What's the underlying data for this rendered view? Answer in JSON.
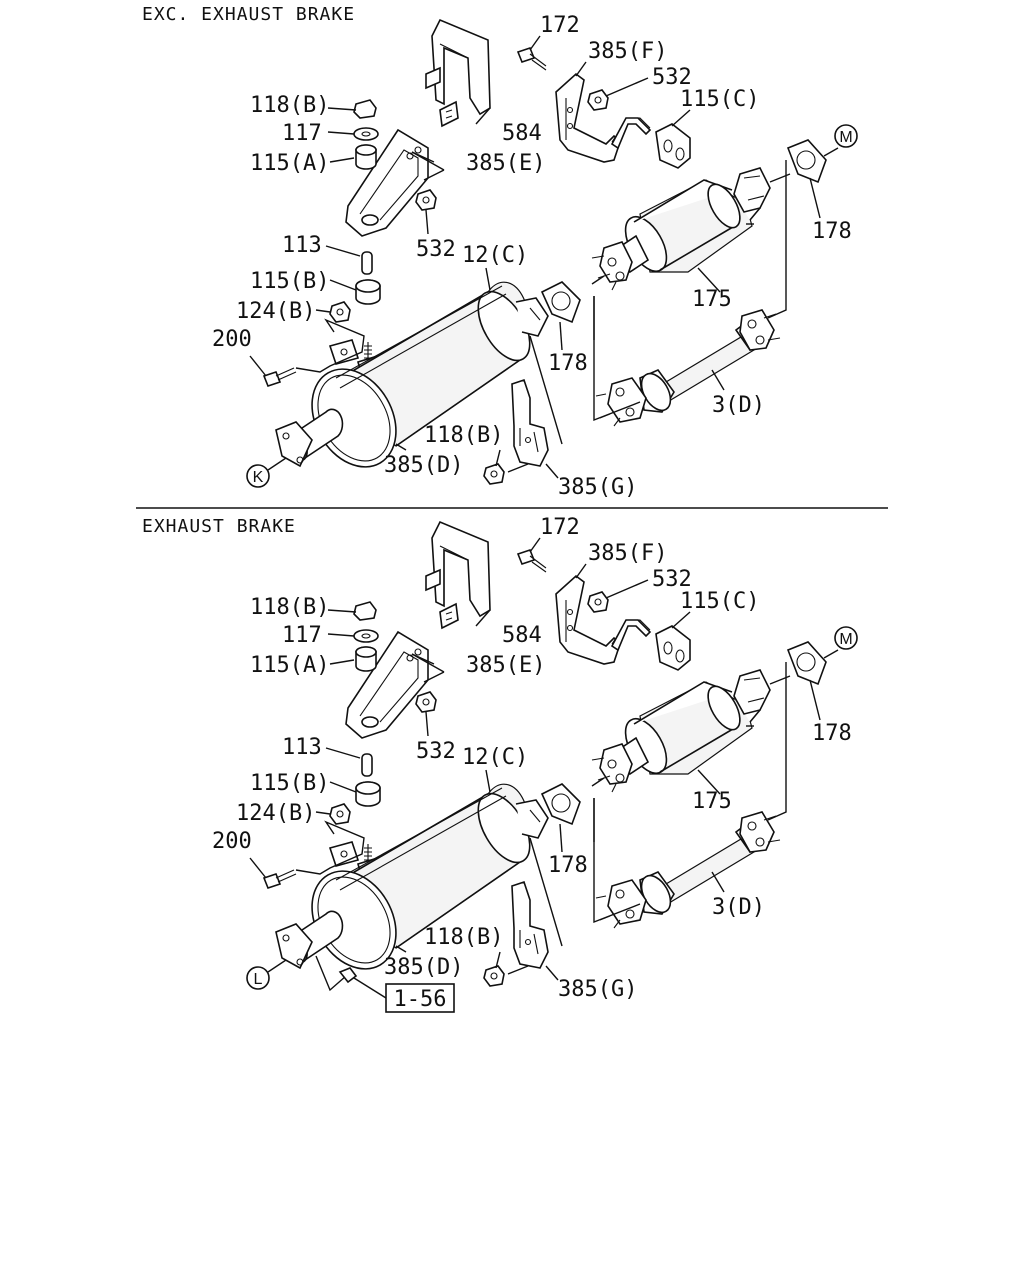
{
  "sections": [
    {
      "title": "EXC. EXHAUST BRAKE",
      "end_marker": "K",
      "labels": {
        "l172": "172",
        "l385F": "385(F)",
        "l532a": "532",
        "l115C": "115(C)",
        "l118Ba": "118(B)",
        "l117": "117",
        "l584": "584",
        "l115A": "115(A)",
        "l385E": "385(E)",
        "l532b": "532",
        "l113": "113",
        "l12C": "12(C)",
        "l115B": "115(B)",
        "l124B": "124(B)",
        "l200": "200",
        "l178a": "178",
        "l178b": "178",
        "l175": "175",
        "l3D": "3(D)",
        "l118Bb": "118(B)",
        "l385D": "385(D)",
        "l385G": "385(G)",
        "markerM": "M"
      }
    },
    {
      "title": "EXHAUST BRAKE",
      "end_marker": "L",
      "ref_box": "1-56",
      "labels": {
        "l172": "172",
        "l385F": "385(F)",
        "l532a": "532",
        "l115C": "115(C)",
        "l118Ba": "118(B)",
        "l117": "117",
        "l584": "584",
        "l115A": "115(A)",
        "l385E": "385(E)",
        "l532b": "532",
        "l113": "113",
        "l12C": "12(C)",
        "l115B": "115(B)",
        "l124B": "124(B)",
        "l200": "200",
        "l178a": "178",
        "l178b": "178",
        "l175": "175",
        "l3D": "3(D)",
        "l118Bb": "118(B)",
        "l385D": "385(D)",
        "l385G": "385(G)",
        "markerM": "M"
      }
    }
  ]
}
